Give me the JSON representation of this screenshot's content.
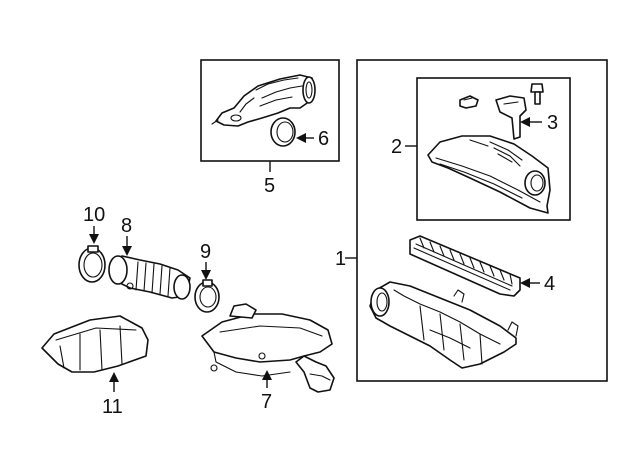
{
  "callouts": {
    "c1": "1",
    "c2": "2",
    "c3": "3",
    "c4": "4",
    "c5": "5",
    "c6": "6",
    "c7": "7",
    "c8": "8",
    "c9": "9",
    "c10": "10",
    "c11": "11"
  },
  "colors": {
    "ink": "#111111",
    "background": "#ffffff"
  }
}
